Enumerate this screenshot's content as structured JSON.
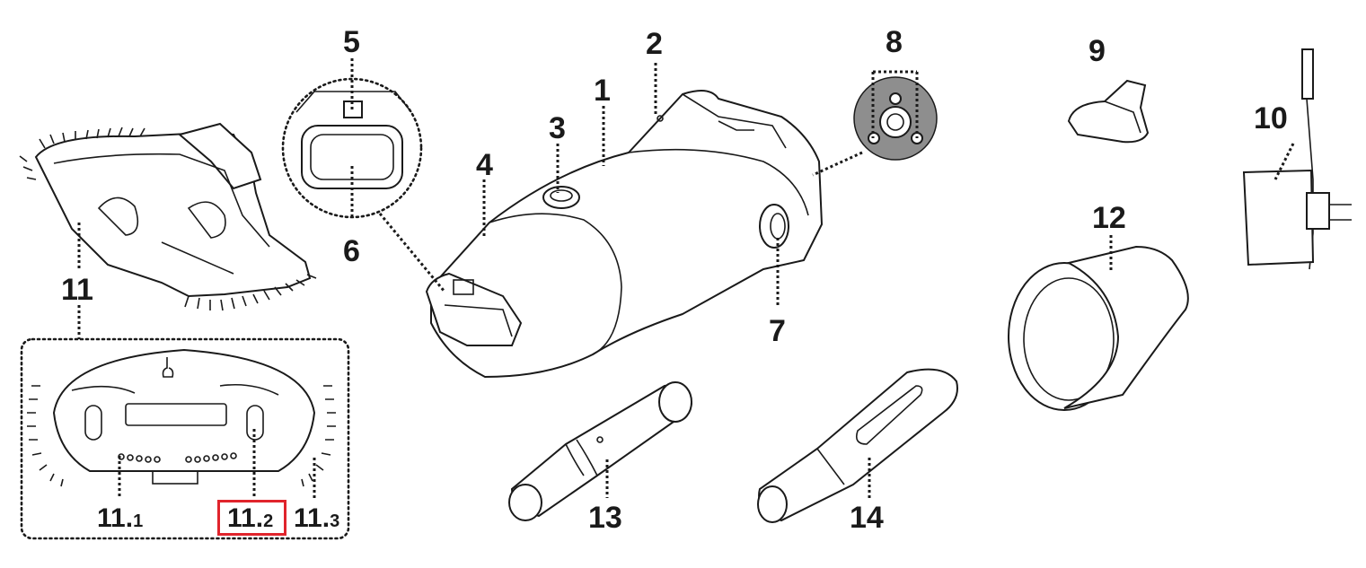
{
  "labels": {
    "p1": "1",
    "p2": "2",
    "p3": "3",
    "p4": "4",
    "p5": "5",
    "p6": "6",
    "p7": "7",
    "p8": "8",
    "p9": "9",
    "p10": "10",
    "p11": "11",
    "p12": "12",
    "p13": "13",
    "p14": "14",
    "p11_1_main": "11.",
    "p11_1_sub": "1",
    "p11_2_main": "11.",
    "p11_2_sub": "2",
    "p11_3_main": "11.",
    "p11_3_sub": "3"
  },
  "highlight": {
    "target": "11.2",
    "color": "#e0242c"
  }
}
